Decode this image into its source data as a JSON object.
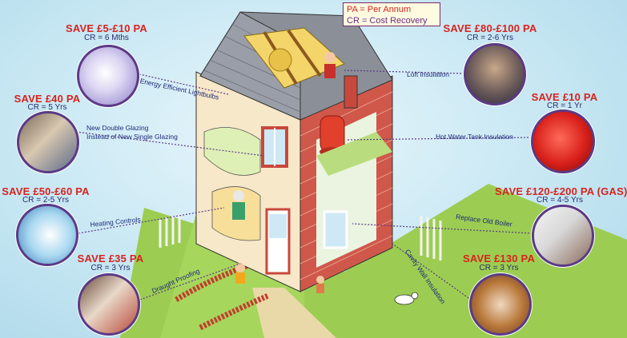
{
  "legend": {
    "pa": "PA = Per Annum",
    "cr": "CR = Cost Recovery"
  },
  "measures": [
    {
      "id": "lightbulbs",
      "save": "SAVE £5-£10 PA",
      "cr": "CR = 6 Mths",
      "label": "Energy Efficient Lightbulbs"
    },
    {
      "id": "double-glazing",
      "save": "SAVE £40 PA",
      "cr": "CR = 5 Yrs",
      "label": "New Double Glazing\nInstead of New Single Glazing"
    },
    {
      "id": "heating-controls",
      "save": "SAVE £50-£60 PA",
      "cr": "CR = 2-5 Yrs",
      "label": "Heating Controls"
    },
    {
      "id": "draught-proofing",
      "save": "SAVE £35 PA",
      "cr": "CR = 3 Yrs",
      "label": "Draught Proofing"
    },
    {
      "id": "loft-insulation",
      "save": "SAVE £80-£100 PA",
      "cr": "CR = 2-6 Yrs",
      "label": "Loft Insulation"
    },
    {
      "id": "tank-insulation",
      "save": "SAVE £10 PA",
      "cr": "CR = 1 Yr",
      "label": "Hot Water Tank Insulation"
    },
    {
      "id": "boiler",
      "save": "SAVE £120-£200 PA (GAS)",
      "cr": "CR = 4-5 Yrs",
      "label": "Replace Old Boiler"
    },
    {
      "id": "cavity-wall",
      "save": "SAVE £130 PA",
      "cr": "CR = 3 Yrs",
      "label": "Cavity Wall Insulation"
    }
  ],
  "colors": {
    "save": "#d8231e",
    "cr": "#2a2a6a",
    "label": "#1e2a78",
    "ring": "#5b3a86",
    "brick": "#c9483c",
    "roof": "#8a8f9a",
    "lawn": "#8cc63f"
  }
}
